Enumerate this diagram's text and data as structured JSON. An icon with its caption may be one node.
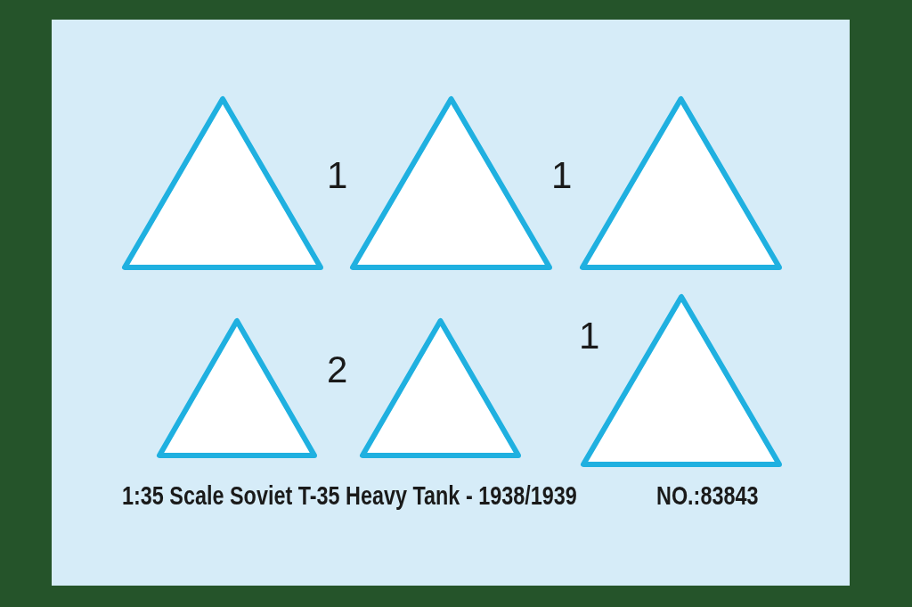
{
  "diagram": {
    "nodes": [
      {
        "text": [],
        "shape": "triangle"
      },
      {
        "text": [],
        "shape": "triangle"
      },
      {
        "text": [],
        "shape": "triangle"
      },
      {
        "text": [],
        "shape": "triangle"
      },
      {
        "text": [],
        "shape": "triangle"
      },
      {
        "text": [],
        "shape": "triangle"
      }
    ],
    "edges": [],
    "labels": [
      "1",
      "1",
      "2",
      "1",
      "1:35 Scale",
      "Soviet T-35 Heavy Tank - 1938/1939",
      "NO.:83843"
    ]
  }
}
